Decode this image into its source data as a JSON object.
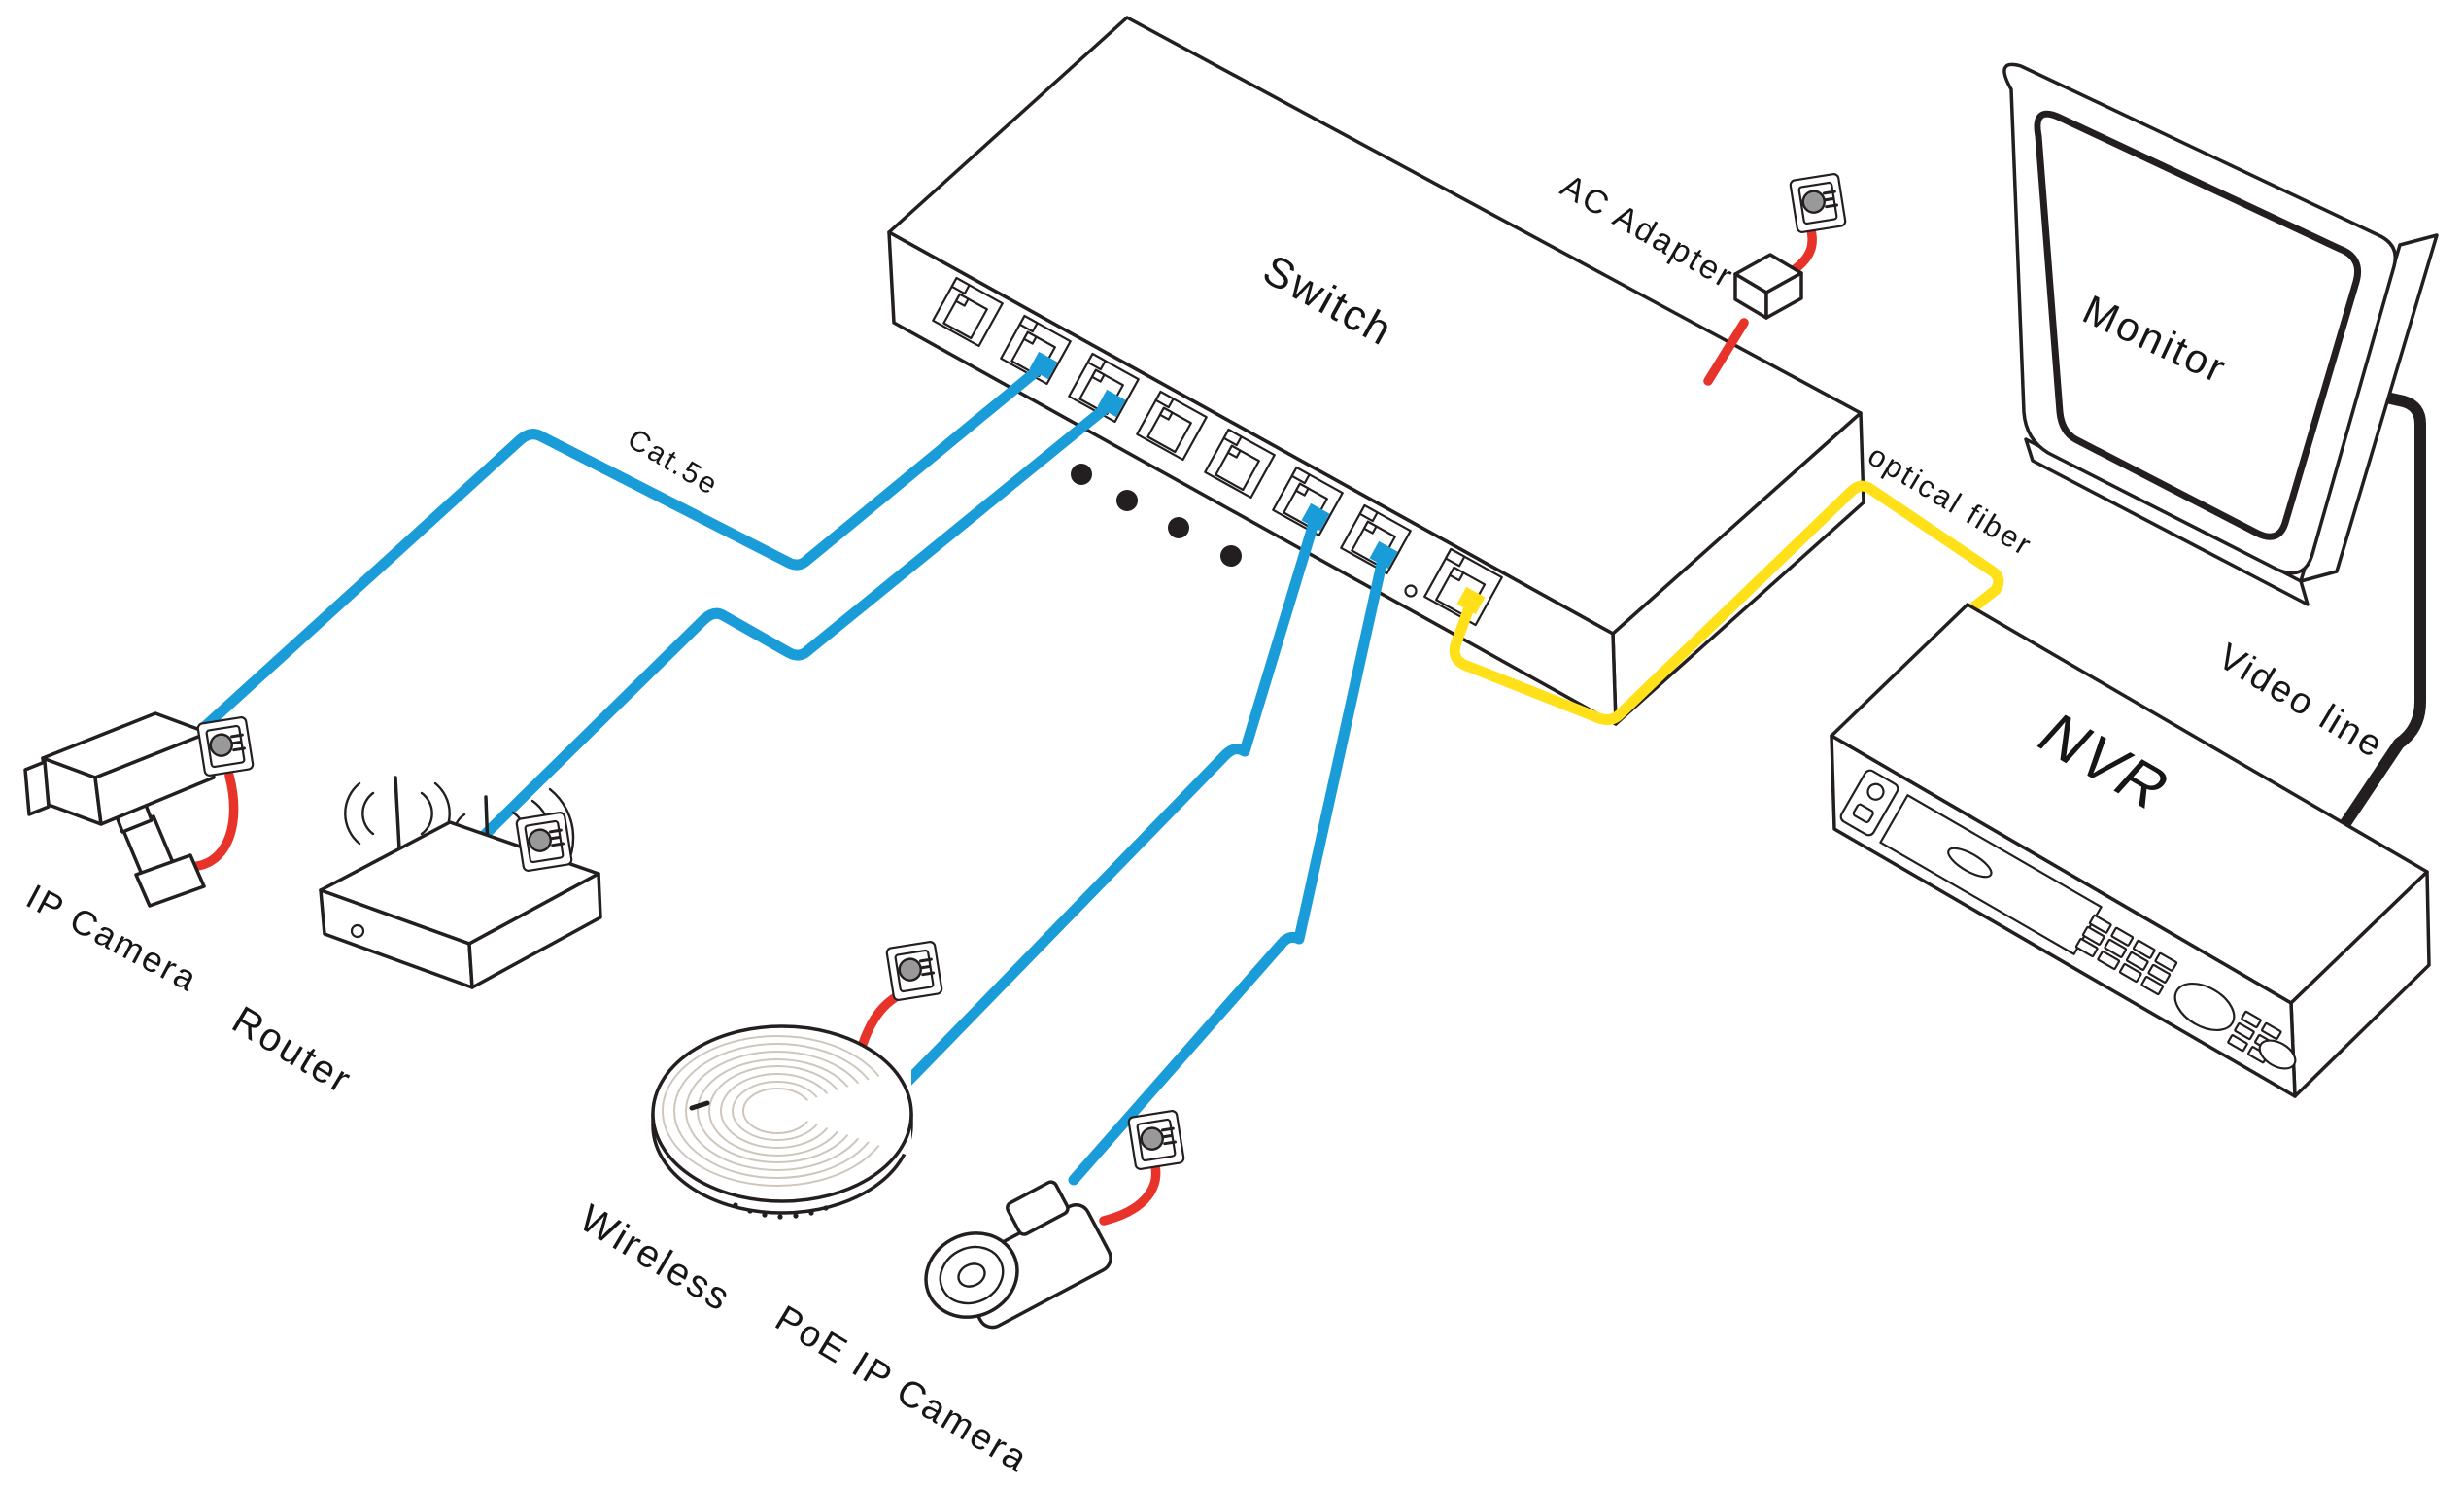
{
  "diagram": {
    "devices": {
      "switch": {
        "label": "Switch"
      },
      "ac_adapter": {
        "label": "AC Adapter"
      },
      "monitor": {
        "label": "Monitor"
      },
      "nvr": {
        "label": "NVR"
      },
      "ip_camera": {
        "label": "IP Camera"
      },
      "router": {
        "label": "Router"
      },
      "wireless_ap": {
        "label": "Wireless"
      },
      "poe_ip_camera": {
        "label": "PoE IP Camera"
      }
    },
    "cables": {
      "cat5e": {
        "label": "Cat.5e"
      },
      "optical_fiber": {
        "label": "optical fiber"
      },
      "video_line": {
        "label": "Video line"
      }
    },
    "colors": {
      "cable_blue": "#1a9cd8",
      "cable_red": "#e8332a",
      "cable_yellow": "#ffe019",
      "line_black": "#231f20",
      "ap_arc_gray": "#cfc7bd",
      "socket_gray": "#999999",
      "background": "#ffffff"
    }
  }
}
